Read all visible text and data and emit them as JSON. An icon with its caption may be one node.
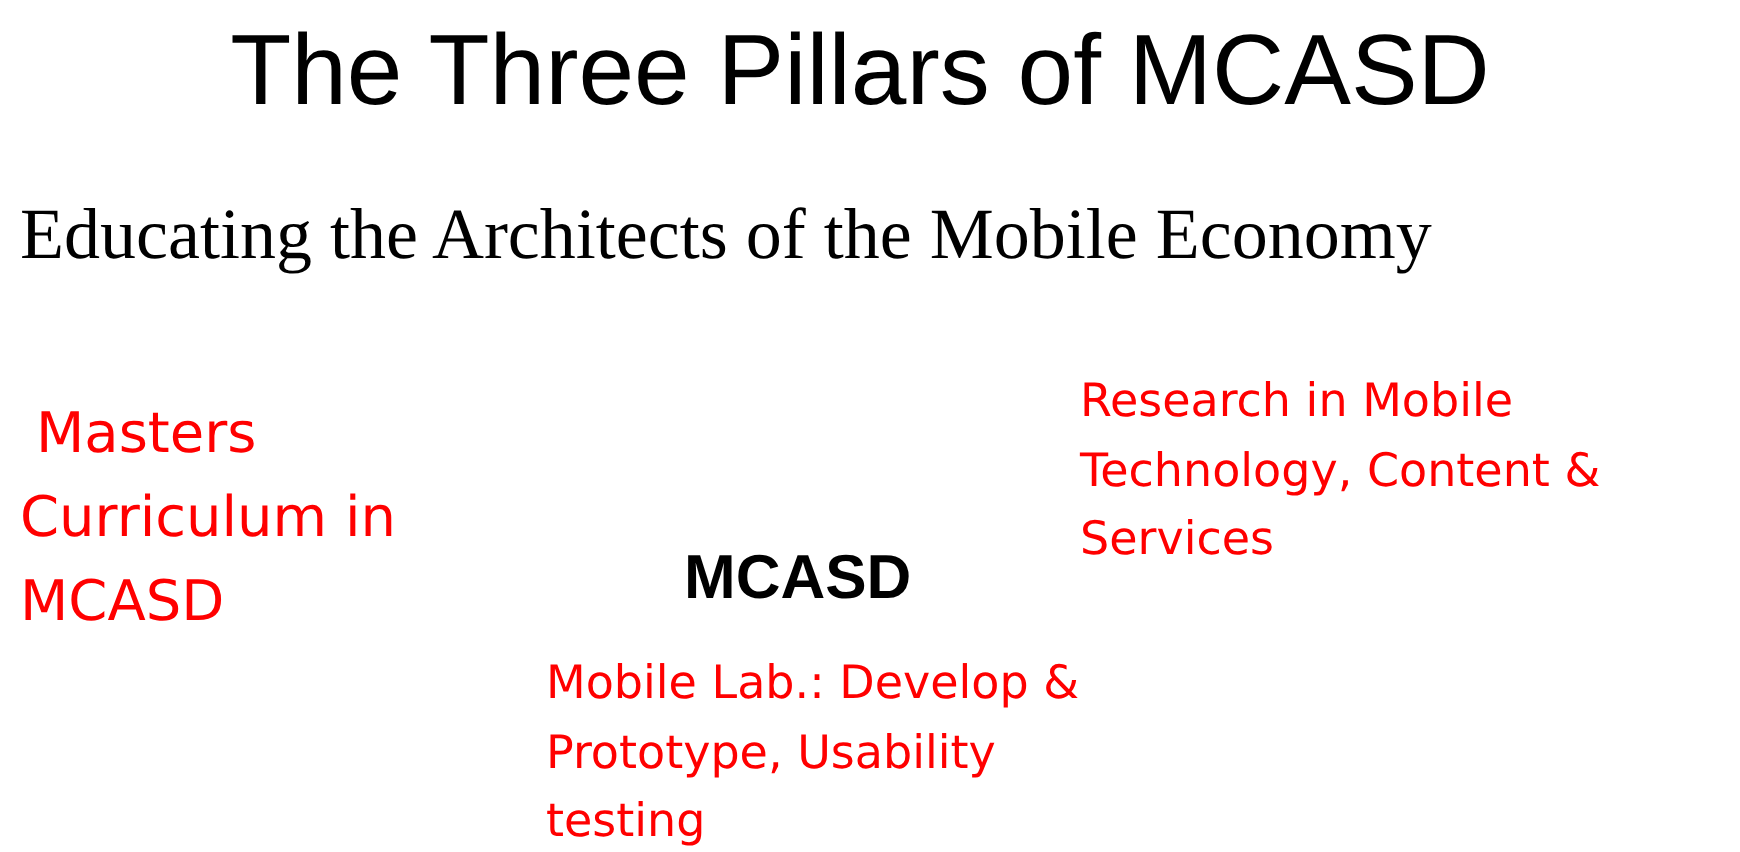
{
  "diagram": {
    "title": "The Three Pillars of MCASD",
    "labels": [
      "Educating the Architects of the Mobile Economy",
      "Masters Curriculum in MCASD",
      "Research in Mobile Technology, Content & Services",
      "MCASD",
      "Mobile Lab.: Develop & Prototype, Usability testing"
    ]
  }
}
